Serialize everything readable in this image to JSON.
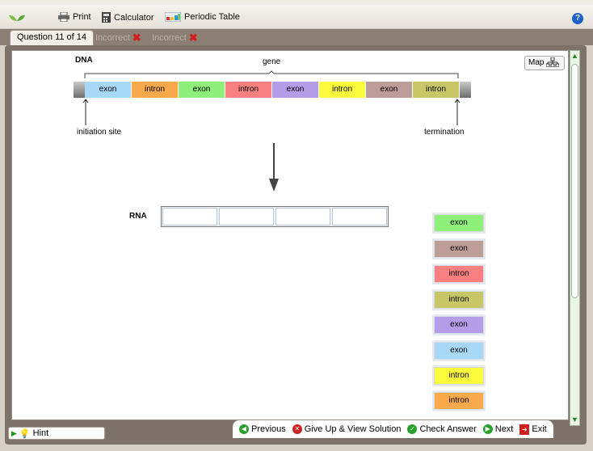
{
  "toolbar": {
    "print_label": "Print",
    "calculator_label": "Calculator",
    "periodic_table_label": "Periodic Table"
  },
  "tabs": {
    "question": "Question 11 of 14",
    "attempts": [
      "Incorrect",
      "Incorrect"
    ]
  },
  "diagram": {
    "map_label": "Map",
    "dna_label": "DNA",
    "gene_label": "gene",
    "segments": [
      {
        "label": "exon",
        "color": "#a8d8f8"
      },
      {
        "label": "intron",
        "color": "#f9a94c"
      },
      {
        "label": "exon",
        "color": "#8ef07a"
      },
      {
        "label": "intron",
        "color": "#f88080"
      },
      {
        "label": "exon",
        "color": "#b39ce8"
      },
      {
        "label": "intron",
        "color": "#fbfa3c"
      },
      {
        "label": "exon",
        "color": "#be9c98"
      },
      {
        "label": "intron",
        "color": "#c9c667"
      }
    ],
    "initiation_label": "initiation site",
    "termination_label": "termination",
    "rna_label": "RNA"
  },
  "choices": [
    {
      "label": "exon",
      "color": "#8ef07a"
    },
    {
      "label": "exon",
      "color": "#be9c98"
    },
    {
      "label": "intron",
      "color": "#f88080"
    },
    {
      "label": "intron",
      "color": "#c9c667"
    },
    {
      "label": "exon",
      "color": "#b39ce8"
    },
    {
      "label": "exon",
      "color": "#a8d8f8"
    },
    {
      "label": "intron",
      "color": "#fbfa3c"
    },
    {
      "label": "intron",
      "color": "#f9a94c"
    }
  ],
  "footer": {
    "hint": "Hint",
    "previous": "Previous",
    "give_up": "Give Up & View Solution",
    "check": "Check Answer",
    "next": "Next",
    "exit": "Exit"
  }
}
